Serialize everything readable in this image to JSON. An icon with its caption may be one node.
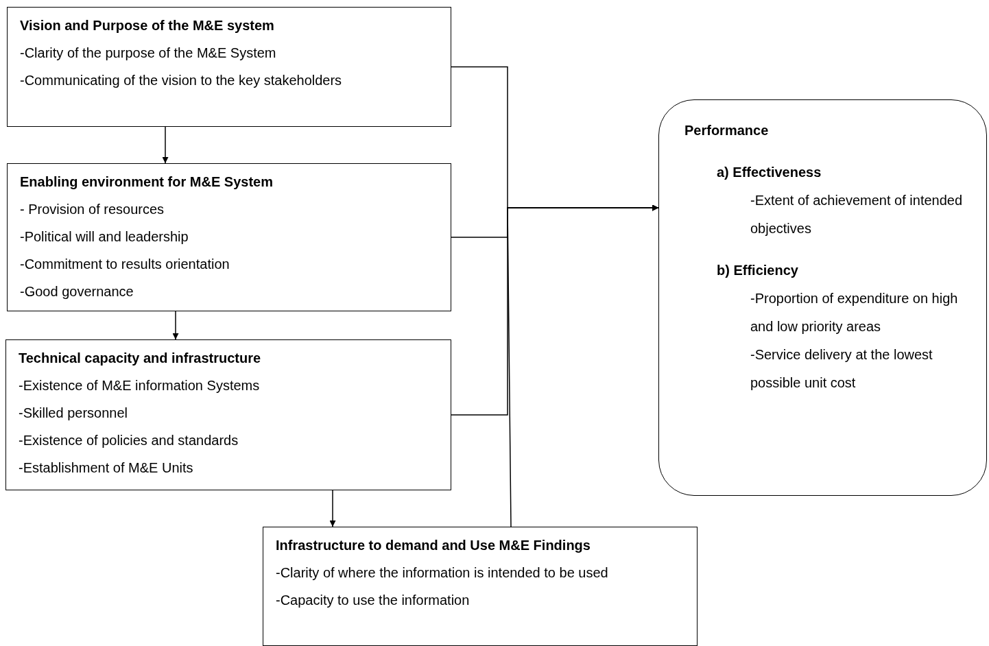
{
  "diagram": {
    "nodes": [
      {
        "text": [
          "Vision and Purpose of the M&E system",
          "-Clarity of the purpose of the M&E System",
          "-Communicating of the vision to the key stakeholders"
        ]
      },
      {
        "text": [
          "Enabling environment  for M&E System",
          "- Provision of resources",
          "-Political will and leadership",
          "-Commitment to results orientation",
          "-Good governance"
        ]
      },
      {
        "text": [
          "Technical capacity and infrastructure",
          "-Existence of M&E information Systems",
          "-Skilled personnel",
          "-Existence of policies and standards",
          "-Establishment of M&E Units"
        ]
      },
      {
        "text": [
          "Infrastructure to demand and Use M&E Findings",
          "-Clarity of where the information is intended to be used",
          "-Capacity to use the information"
        ]
      },
      {
        "text": [
          "Performance",
          "a) Effectiveness",
          "-Extent of achievement of intended objectives",
          "b) Efficiency",
          "-Proportion of expenditure on high and low priority areas",
          "-Service delivery at the lowest possible unit cost"
        ]
      }
    ],
    "edges": [
      {
        "from": 0,
        "to": 1,
        "arrow": "to"
      },
      {
        "from": 1,
        "to": 2,
        "arrow": "to"
      },
      {
        "from": 2,
        "to": 3,
        "arrow": "to"
      },
      {
        "from": 0,
        "to": 4,
        "arrow": "to"
      },
      {
        "from": 1,
        "to": 4,
        "arrow": "to"
      },
      {
        "from": 2,
        "to": 4,
        "arrow": "to"
      },
      {
        "from": 3,
        "to": 4,
        "arrow": "to"
      }
    ]
  }
}
